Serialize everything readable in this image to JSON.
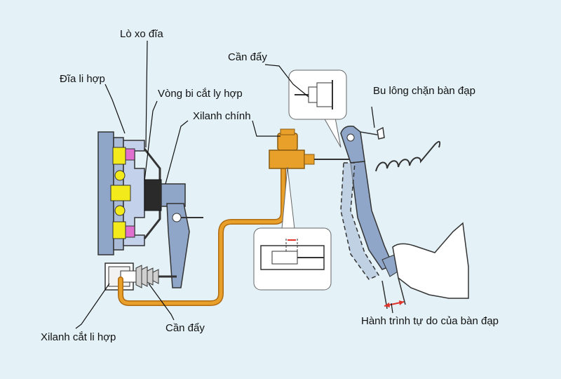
{
  "diagram": {
    "labels": {
      "lo_xo_dia": "Lò xo đĩa",
      "dia_li_hop": "Đĩa li hợp",
      "vong_bi": "Vòng bi cắt ly hợp",
      "can_day_top": "Cần đẩy",
      "xilanh_chinh": "Xilanh chính",
      "bu_long": "Bu lông chặn bàn đạp",
      "xilanh_cat": "Xilanh cắt li hợp",
      "can_day_bottom": "Cần đẩy",
      "hanh_trinh": "Hành trình tự do của bàn đạp"
    },
    "colors": {
      "background": "#e4f2f8",
      "hydraulic_line": "#e8a02a",
      "clutch_body": "#8fa6c8",
      "pedal": "#8fa6c8",
      "spring_accent": "#e070d0",
      "hub_yellow": "#f2ea1a",
      "leader_line": "#111111",
      "free_travel_marker": "#e0342a"
    }
  }
}
